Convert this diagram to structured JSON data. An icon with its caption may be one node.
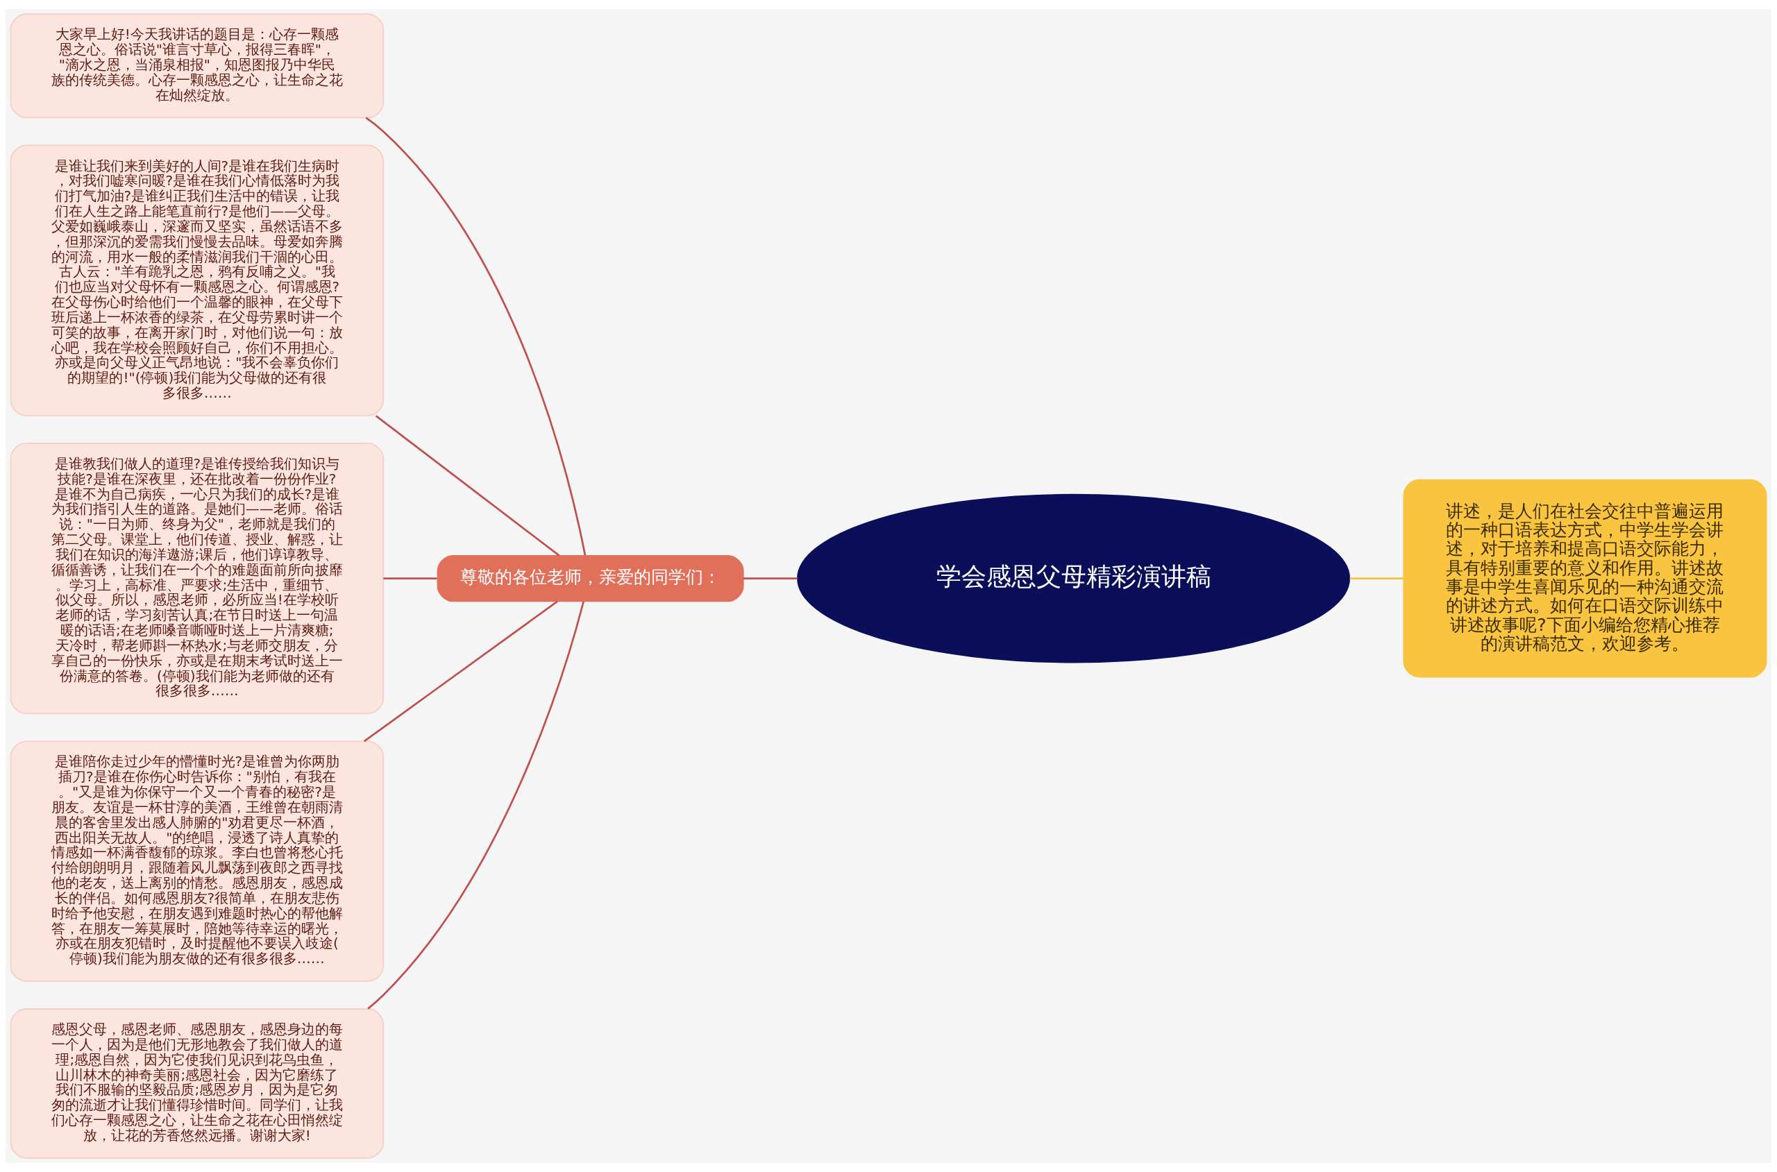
{
  "diagram": {
    "nodes": [
      {
        "text": [
          "学会感恩父母精彩演讲稿"
        ]
      },
      {
        "text": [
          "尊敬的各位老师，亲爱的同学们："
        ]
      },
      {
        "text": [
          "大家早上好!今天我讲话的题目是：心存一颗感恩之心。俗话说\"谁言寸草心，报得三春晖\"，\"滴水之恩，当涌泉相报\"，知恩图报乃中华民族的传统美德。心存一颗感恩之心，让生命之花在灿然绽放。"
        ]
      },
      {
        "text": [
          "是谁让我们来到美好的人间?是谁在我们生病时，对我们嘘寒问暖?是谁在我们心情低落时为我们打气加油?是谁纠正我们生活中的错误，让我们在人生之路上能笔直前行?是他们——父母。父爱如巍峨泰山，深邃而又坚实，虽然话语不多，但那深沉的爱需我们慢慢去品味。母爱如奔腾的河流，用水一般的柔情滋润我们干涸的心田。古人云：\"羊有跪乳之恩，鸦有反哺之义。\"我们也应当对父母怀有一颗感恩之心。何谓感恩?在父母伤心时给他们一个温馨的眼神，在父母下班后递上一杯浓香的绿茶，在父母劳累时讲一个可笑的故事，在离开家门时，对他们说一句：放心吧，我在学校会照顾好自己，你们不用担心。亦或是向父母义正气昂地说：\"我不会辜负你们的期望的!\"(停顿)我们能为父母做的还有很多很多……"
        ]
      },
      {
        "text": [
          "是谁教我们做人的道理?是谁传授给我们知识与技能?是谁在深夜里，还在批改着一份份作业?是谁不为自己病疾，一心只为我们的成长?是谁为我们指引人生的道路。是她们——老师。俗话说：\"一日为师、终身为父\"，老师就是我们的第二父母。课堂上，他们传道、授业、解惑，让我们在知识的海洋遨游;课后，他们谆谆教导、循循善诱，让我们在一个个的难题面前所向披靡。学习上，高标准、严要求;生活中，重细节、似父母。所以，感恩老师，必所应当!在学校听老师的话，学习刻苦认真;在节日时送上一句温暖的话语;在老师嗓音嘶哑时送上一片清爽糖;天冷时，帮老师斟一杯热水;与老师交朋友，分享自己的一份快乐，亦或是在期末考试时送上一份满意的答卷。(停顿)我们能为老师做的还有很多很多……"
        ]
      },
      {
        "text": [
          "是谁陪你走过少年的懵懂时光?是谁曾为你两肋插刀?是谁在你伤心时告诉你：\"别怕，有我在。\"又是谁为你保守一个又一个青春的秘密?是朋友。友谊是一杯甘淳的美酒，王维曾在朝雨清晨的客舍里发出感人肺腑的\"劝君更尽一杯酒，西出阳关无故人。\"的绝唱，浸透了诗人真挚的情感如一杯满香馥郁的琼浆。李白也曾将愁心托付给朗朗明月，跟随着风儿飘荡到夜郎之西寻找他的老友，送上离别的情愁。感恩朋友，感恩成长的伴侣。如何感恩朋友?很简单，在朋友悲伤时给予他安慰，在朋友遇到难题时热心的帮他解答，在朋友一筹莫展时，陪她等待幸运的曙光，亦或在朋友犯错时，及时提醒他不要误入歧途(停顿)我们能为朋友做的还有很多很多……"
        ]
      },
      {
        "text": [
          "感恩父母，感恩老师、感恩朋友，感恩身边的每一个人，因为是他们无形地教会了我们做人的道理;感恩自然，因为它使我们见识到花鸟虫鱼，山川林木的神奇美丽;感恩社会，因为它磨练了我们不服输的坚毅品质;感恩岁月，因为是它匆匆的流逝才让我们懂得珍惜时间。同学们，让我们心存一颗感恩之心，让生命之花在心田悄然绽放，让花的芳香悠然远播。谢谢大家!"
        ]
      },
      {
        "text": [
          "讲述，是人们在社会交往中普遍运用的一种口语表达方式，中学生学会讲述，对于培养和提高口语交际能力，具有特别重要的意义和作用。讲述故事是中学生喜闻乐见的一种沟通交流的讲述方式。如何在口语交际训练中讲述故事呢?下面小编给您精心推荐的演讲稿范文，欢迎参考。"
        ]
      }
    ],
    "edges": [
      {
        "from": 0,
        "to": 1,
        "arrow": "none"
      },
      {
        "from": 1,
        "to": 2,
        "arrow": "none"
      },
      {
        "from": 1,
        "to": 3,
        "arrow": "none"
      },
      {
        "from": 1,
        "to": 4,
        "arrow": "none"
      },
      {
        "from": 1,
        "to": 5,
        "arrow": "none"
      },
      {
        "from": 1,
        "to": 6,
        "arrow": "none"
      },
      {
        "from": 0,
        "to": 7,
        "arrow": "none",
        "color": "#f5c342"
      }
    ]
  }
}
